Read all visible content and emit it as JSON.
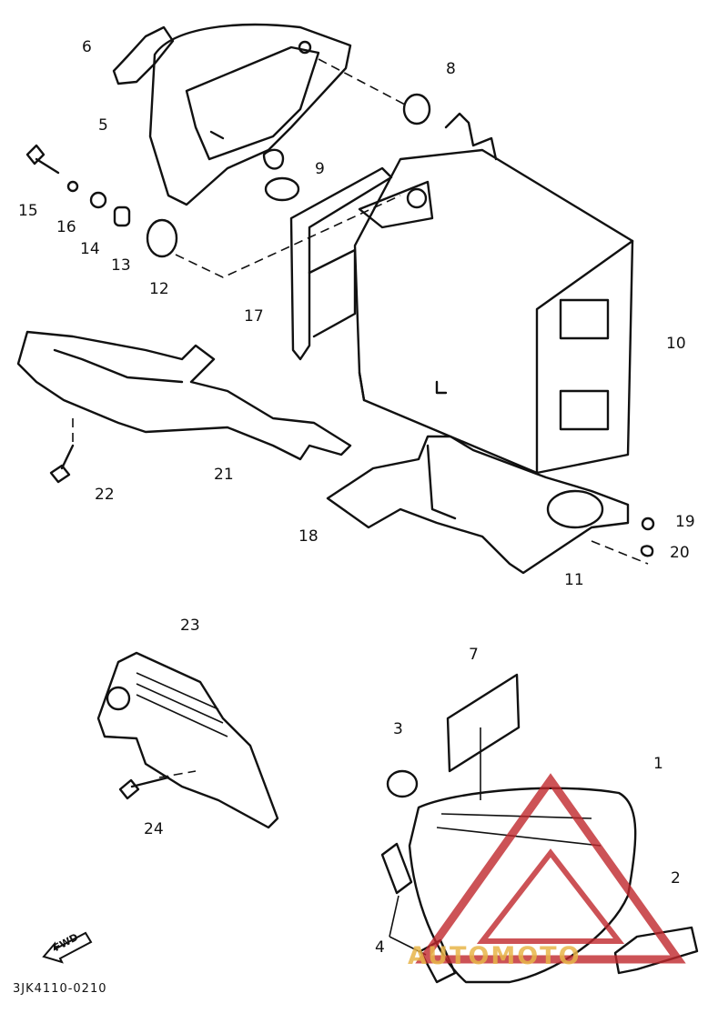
{
  "diagram": {
    "callouts": [
      "1",
      "2",
      "3",
      "4",
      "5",
      "6",
      "7",
      "8",
      "9",
      "10",
      "11",
      "12",
      "13",
      "14",
      "15",
      "16",
      "17",
      "18",
      "19",
      "20",
      "21",
      "22",
      "23",
      "24"
    ],
    "fwd_label": "FWD",
    "drawing_code": "3JK4110-0210",
    "watermark": "AUTOMOTO",
    "watermark_color": "#e8b64a",
    "logo_color": "#c0282d"
  }
}
